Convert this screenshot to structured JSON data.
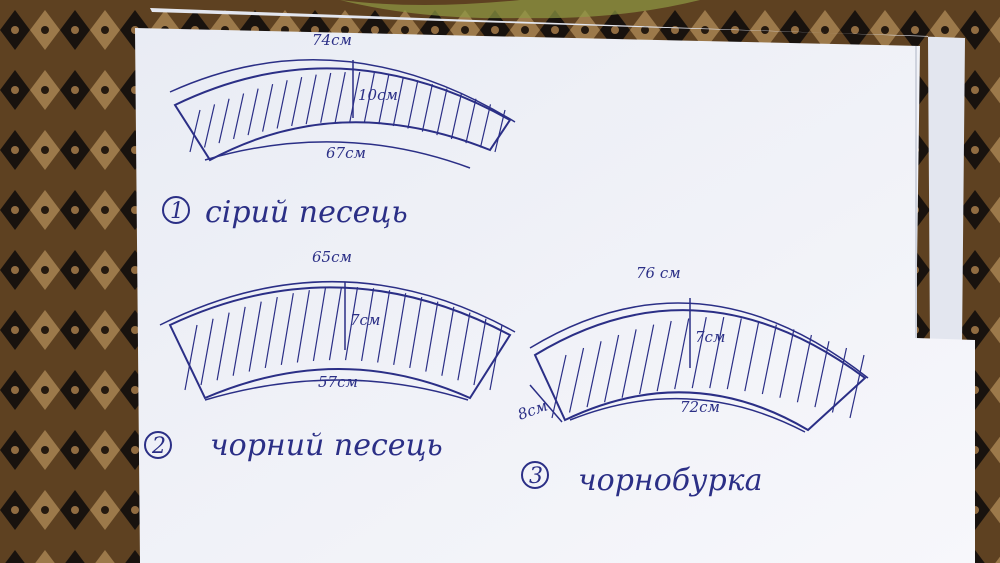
{
  "pattern_1": {
    "top_width": "74см",
    "height": "10см",
    "bottom_width": "67см",
    "number": "1",
    "label": "сірий песець"
  },
  "pattern_2": {
    "top_width": "65см",
    "height": "7см",
    "bottom_width": "57см",
    "number": "2",
    "label": "чорний песець"
  },
  "pattern_3": {
    "top_width": "76 см",
    "height": "7см",
    "bottom_width": "72см",
    "side_height": "8см",
    "number": "3",
    "label": "чорнобурка"
  },
  "colors": {
    "ink": "#2b2f86",
    "paper": "#f2f3f7",
    "carpet_brown": "#5b3c1f",
    "carpet_dark": "#1c1510",
    "carpet_tan": "#b28a55"
  }
}
